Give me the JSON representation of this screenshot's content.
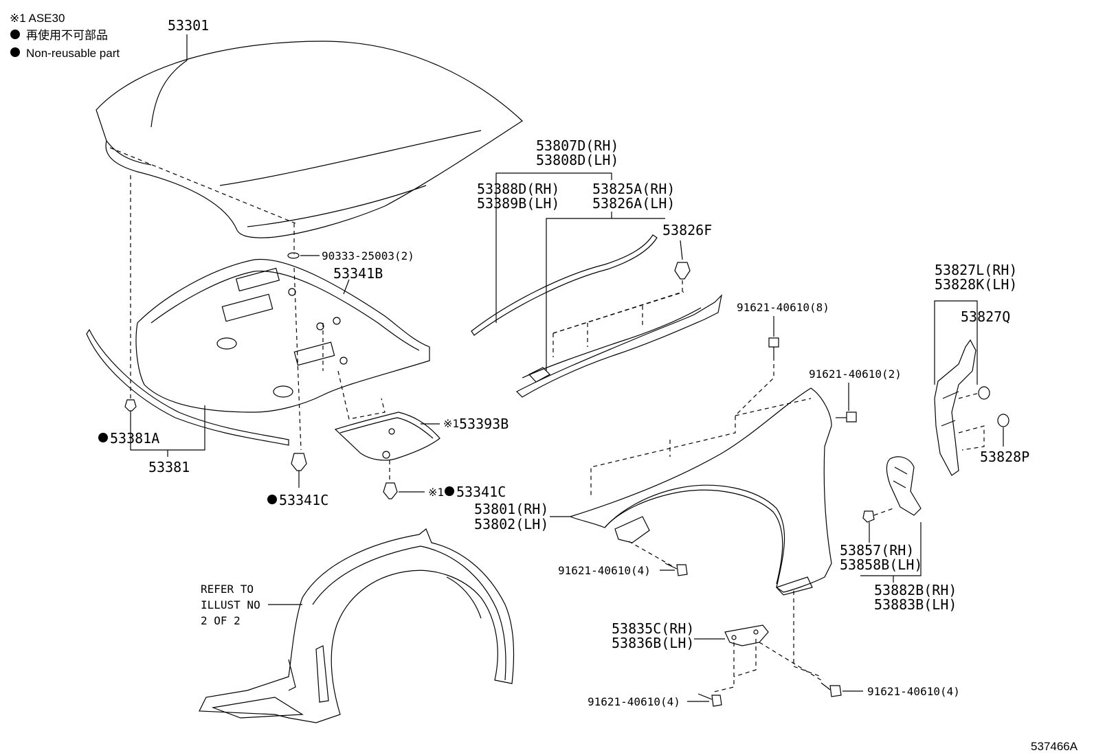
{
  "legend": {
    "ase_note": "※1  ASE30",
    "non_reusable_jp": "再使用不可部品",
    "non_reusable_en": "Non-reusable part"
  },
  "labels": {
    "hood": "53301",
    "hood_insulator": "53341B",
    "hood_bolt": "90333-25003(2)",
    "seal_clip": "53381A",
    "hood_seal": "53381",
    "insulator_clip": "53341C",
    "cover_part": "53393B",
    "cover_clip": "53341C",
    "fender_seal_rh": "53807D(RH)",
    "fender_seal_lh": "53808D(LH)",
    "fender_seal_sub_rh": "53388D(RH)",
    "fender_seal_sub_lh": "53389B(LH)",
    "fender_protector_rh": "53825A(RH)",
    "fender_protector_lh": "53826A(LH)",
    "protector_clip": "53826F",
    "bolt_8": "91621-40610(8)",
    "bolt_2": "91621-40610(2)",
    "bracket_seal_rh": "53827L(RH)",
    "bracket_seal_lh": "53828K(LH)",
    "bracket_clip_q": "53827Q",
    "bracket_clip_p": "53828P",
    "fender_rh": "53801(RH)",
    "fender_lh": "53802(LH)",
    "bolt_4_a": "91621-40610(4)",
    "fender_liner_seal_rh": "53857(RH)",
    "fender_liner_seal_lh": "53858B(LH)",
    "splash_seal_rh": "53882B(RH)",
    "splash_seal_lh": "53883B(LH)",
    "fender_bracket_rh": "53835C(RH)",
    "fender_bracket_lh": "53836B(LH)",
    "bolt_4_b": "91621-40610(4)",
    "bolt_4_c": "91621-40610(4)",
    "refer_line1": "REFER TO",
    "refer_line2": "ILLUST NO",
    "refer_line3": "2 OF 2",
    "asterisk_mark": "※1",
    "diagram_code": "537466A"
  }
}
